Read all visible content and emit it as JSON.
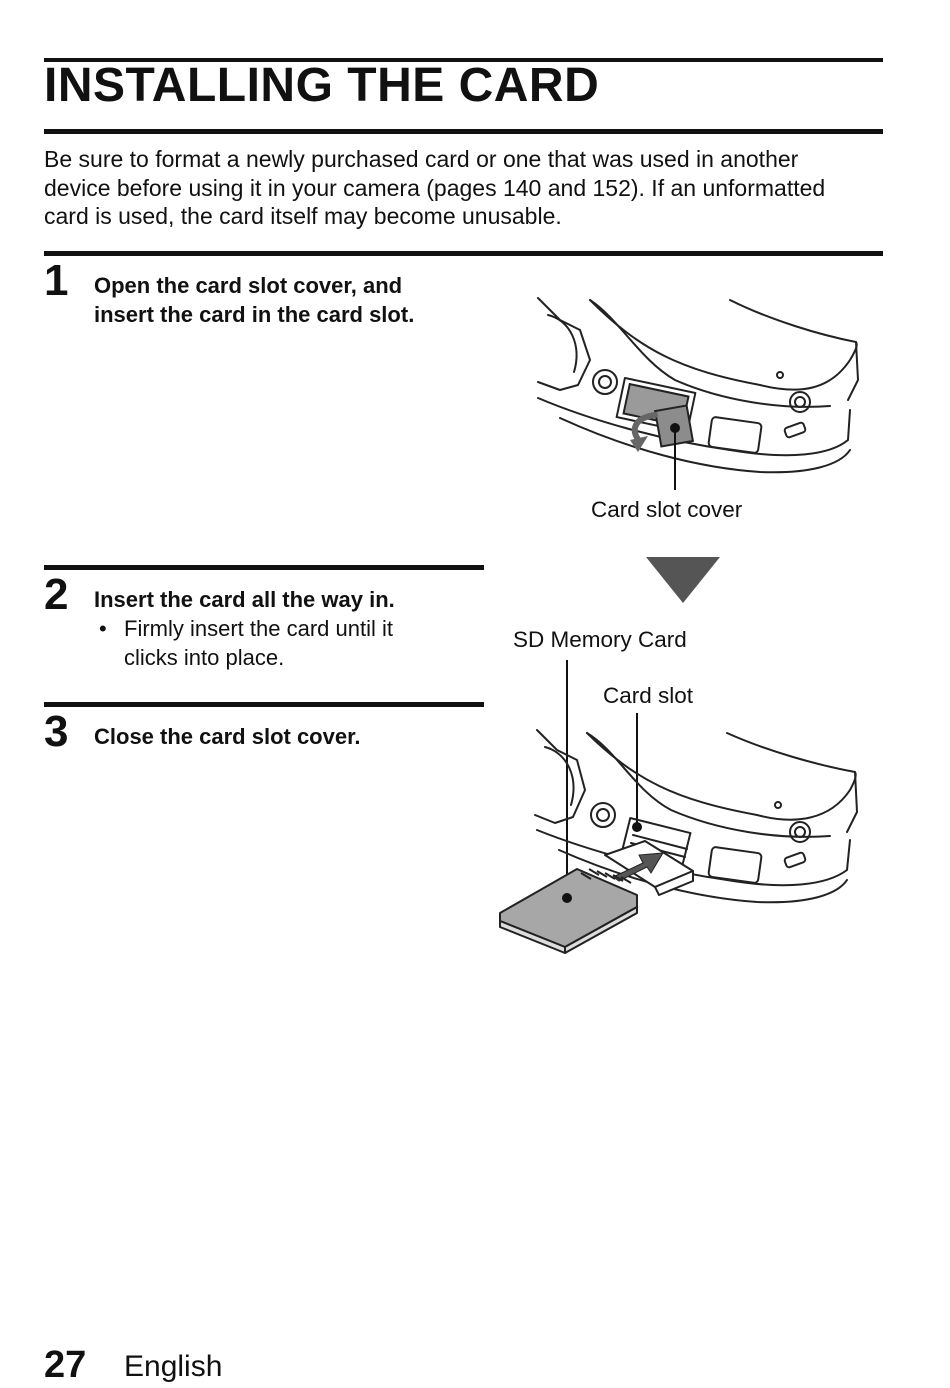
{
  "page": {
    "title": "INSTALLING THE CARD",
    "intro": [
      "Be sure to format a newly purchased card or one that was used in another",
      "device before using it in your camera (pages 140 and 152). If an unformatted",
      "card is used, the card itself may become unusable."
    ]
  },
  "steps": [
    {
      "number": "1",
      "lines": [
        "Open the card slot cover, and",
        "insert the card in the card slot."
      ]
    },
    {
      "number": "2",
      "lines": [
        "Insert the card all the way in."
      ],
      "bullet": "•",
      "bullet_lines": [
        "Firmly insert the card until it",
        "clicks into place."
      ]
    },
    {
      "number": "3",
      "lines": [
        "Close the card slot cover."
      ]
    }
  ],
  "figure_labels": {
    "card_slot_cover": "Card slot cover",
    "sd_memory_card": "SD Memory Card",
    "card_slot": "Card slot"
  },
  "footer": {
    "page_number": "27",
    "language": "English"
  }
}
